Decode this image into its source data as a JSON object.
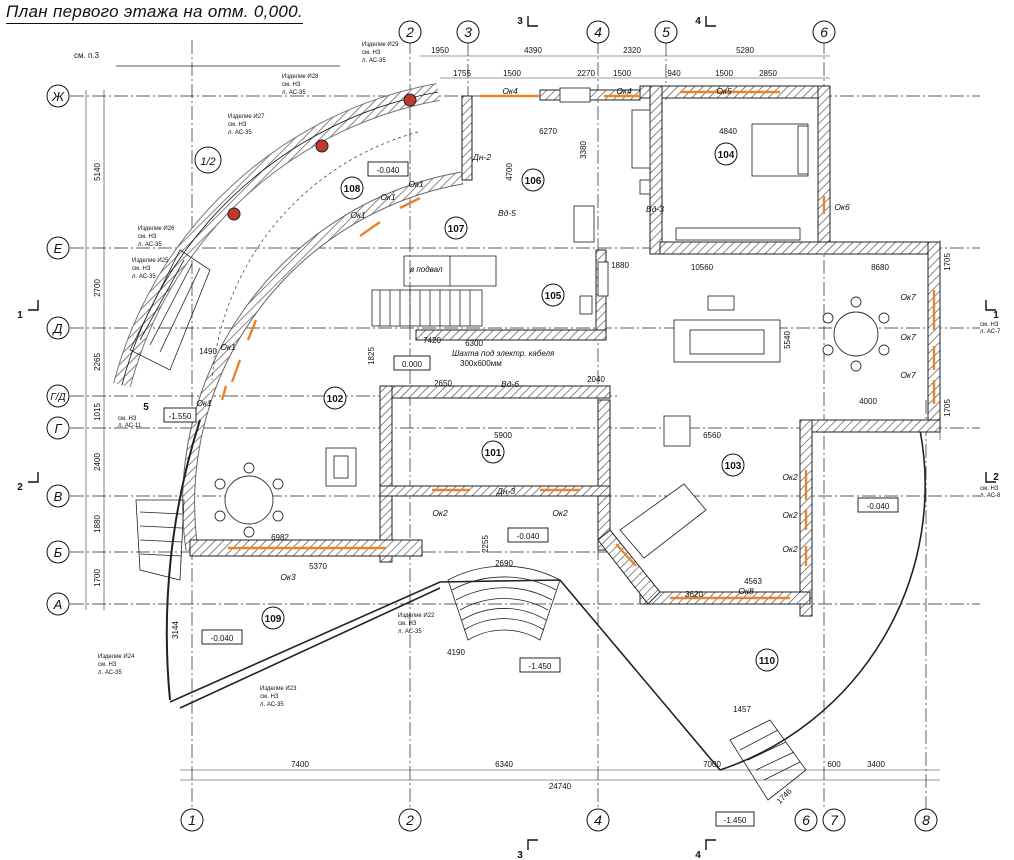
{
  "title": "План первого этажа на отм. 0,000.",
  "grid": {
    "columns": [
      "1",
      "2",
      "3",
      "4",
      "5",
      "6",
      "7",
      "8"
    ],
    "rows": [
      "Ж",
      "Е",
      "Д",
      "Г/Д",
      "Г",
      "В",
      "Б",
      "А"
    ],
    "aux": "1/2"
  },
  "rooms": [
    "101",
    "102",
    "103",
    "104",
    "105",
    "106",
    "107",
    "108",
    "109",
    "110"
  ],
  "levels": [
    "-0.040",
    "-0.040",
    "0.000",
    "-1.550",
    "-0.040",
    "-0.040",
    "-1.450",
    "-1.450"
  ],
  "windows": [
    "Ок1",
    "Ок1",
    "Ок1",
    "Ок1",
    "Ок1",
    "Ок2",
    "Ок2",
    "Ок2",
    "Ок2",
    "Ок2",
    "Ок3",
    "Ок4",
    "Ок4",
    "Ок5",
    "Ок6",
    "Ок7",
    "Ок7",
    "Ок7",
    "Ок8"
  ],
  "doors": [
    "Дн-2",
    "Дн-3",
    "Вд-3",
    "Вд-5",
    "Вд-6"
  ],
  "dims_bottom": [
    "7400",
    "6340",
    "7000",
    "600",
    "3400",
    "24740"
  ],
  "dims_top": [
    "1950",
    "4390",
    "2320",
    "5280",
    "1755",
    "1500",
    "2270",
    "1500",
    "940",
    "1500",
    "2850",
    "6270",
    "4840",
    "3380",
    "4700"
  ],
  "dims_left": [
    "5140",
    "2700",
    "2265",
    "1015",
    "2400",
    "1880",
    "1700"
  ],
  "dims_misc": [
    "10560",
    "8680",
    "6560",
    "6300",
    "5900",
    "4000",
    "4563",
    "2650",
    "2040",
    "4190",
    "3144",
    "1490",
    "1825",
    "1880",
    "5540",
    "1705",
    "1705",
    "7420",
    "6982",
    "5370",
    "3620",
    "2690",
    "2255",
    "1457",
    "1746"
  ],
  "products": [
    "Изделие И23",
    "Изделие И24",
    "Изделие И25",
    "Изделие И26",
    "Изделие И27",
    "Изделие И28",
    "Изделие И29",
    "Изделие И22"
  ],
  "product_ref": [
    "см. НЗ",
    "л. АС-35"
  ],
  "sections": [
    {
      "mark": "1",
      "ref": "см. НЗ",
      "sheet": "л. АС-7"
    },
    {
      "mark": "2",
      "ref": "см. НЗ",
      "sheet": "л. АС-8"
    },
    {
      "mark": "5",
      "ref": "см. НЗ",
      "sheet": "л. АС-11"
    }
  ],
  "section_marks": [
    "3",
    "3",
    "4",
    "4",
    "1",
    "1",
    "2",
    "2",
    "5"
  ],
  "notes": [
    "см. п.3",
    "Шахта под электр. кабеля",
    "300х600мм",
    "в подвал"
  ]
}
